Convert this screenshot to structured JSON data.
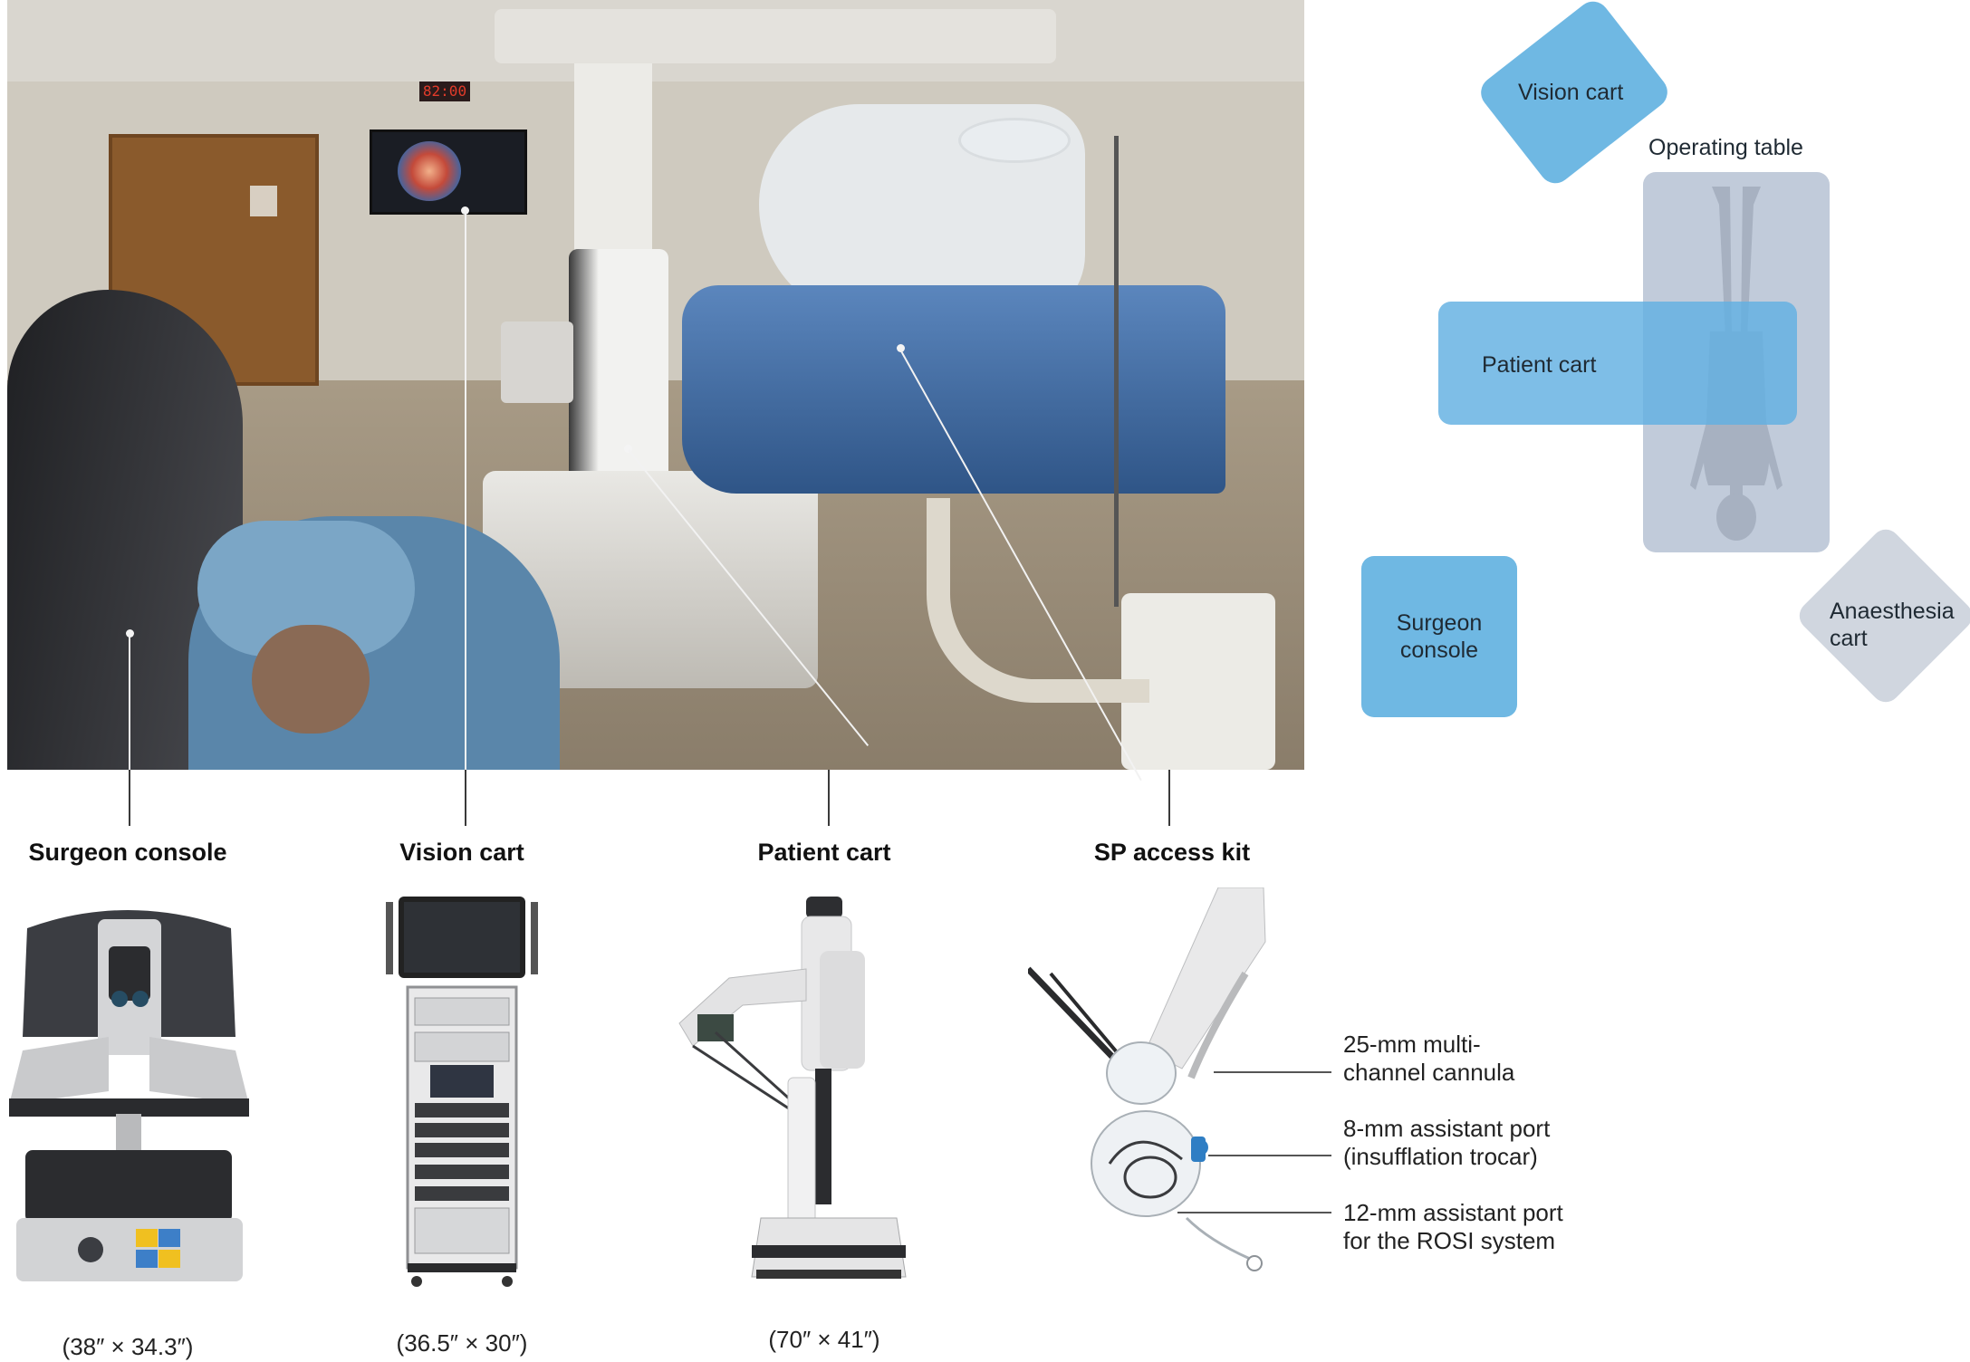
{
  "equipment": [
    {
      "key": "surgeon_console",
      "heading": "Surgeon console",
      "dims": "(38″ × 34.3″)"
    },
    {
      "key": "vision_cart",
      "heading": "Vision cart",
      "dims": "(36.5″ × 30″)"
    },
    {
      "key": "patient_cart",
      "heading": "Patient cart",
      "dims": "(70″ × 41″)"
    },
    {
      "key": "access_kit",
      "heading": "SP access kit",
      "dims": ""
    }
  ],
  "access_kit_callouts": [
    {
      "line1": "25-mm multi-",
      "line2": "channel cannula"
    },
    {
      "line1": "8-mm assistant port",
      "line2": "(insufflation trocar)"
    },
    {
      "line1": "12-mm assistant port",
      "line2": "for the ROSI system"
    }
  ],
  "layout": {
    "vision_cart": "Vision cart",
    "operating_table": "Operating table",
    "patient_cart": "Patient cart",
    "surgeon_console_line1": "Surgeon",
    "surgeon_console_line2": "console",
    "anaesthesia_line1": "Anaesthesia",
    "anaesthesia_line2": "cart"
  },
  "photo_readout": {
    "clock": "82:00"
  },
  "colors": {
    "blue_zone": "#6fb8e3",
    "grey_zone": "#c8d0dc",
    "drape": "#3f6ea8"
  }
}
